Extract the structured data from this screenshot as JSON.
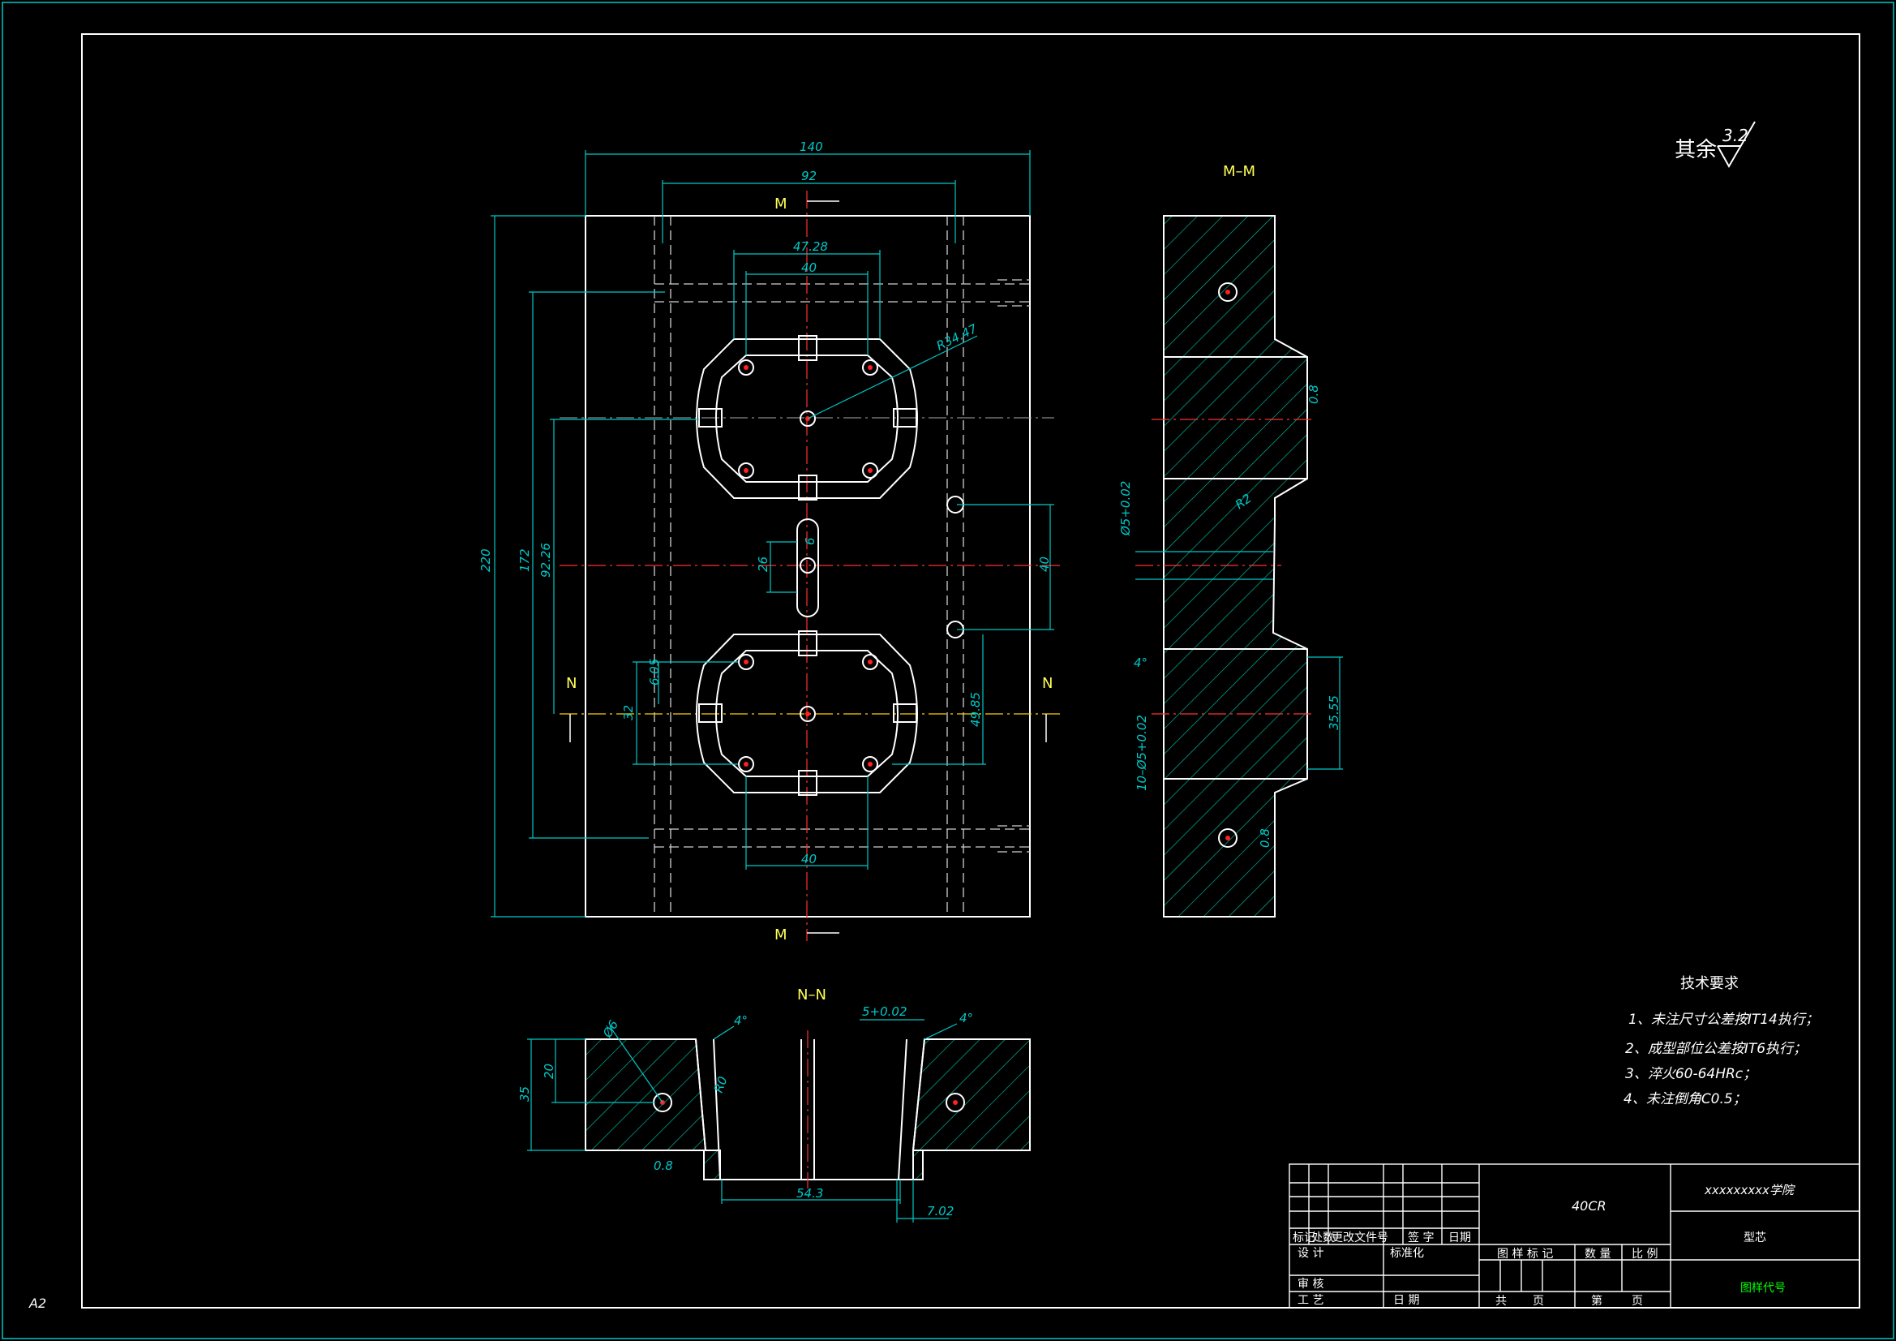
{
  "sheet": {
    "size": "A2",
    "roughness_prefix": "其余",
    "roughness_value": "3.2"
  },
  "views": {
    "section_mm": "M–M",
    "section_nn": "N–N",
    "cut_m": "M",
    "cut_n": "N"
  },
  "dimensions": {
    "top_width": "140",
    "top_inner": "92",
    "opening": "47.28",
    "opening_inner": "40",
    "radius": "R34.47",
    "height": "220",
    "d172": "172",
    "d92_26": "92.26",
    "d26": "26",
    "d6": "6",
    "d40": "40",
    "d32": "32",
    "d6_05": "6.05",
    "d49_85": "49.85",
    "bottom_40": "40",
    "nn_35": "35",
    "nn_20": "20",
    "nn_phi": "Ø6",
    "nn_r": "R0",
    "nn_54": "54.3",
    "nn_7": "7.02",
    "nn_4a": "4°",
    "nn_4b": "4°",
    "nn_5": "5+0.02",
    "nn_08": "0.8",
    "mm_phi": "Ø5+0.02",
    "mm_r": "R2",
    "mm_4": "4°",
    "mm_35": "35.55",
    "mm_10": "10–Ø5+0.02",
    "mm_08a": "0.8",
    "mm_08b": "0.8"
  },
  "tech": {
    "title": "技术要求",
    "items": [
      "1、未注尺寸公差按IT14执行；",
      "2、成型部位公差按IT6执行；",
      "3、淬火60-64HRc；",
      "4、未注倒角C0.5；"
    ]
  },
  "titleblock": {
    "material": "40CR",
    "school": "xxxxxxxxx学院",
    "part_name": "型芯",
    "drawing_no": "图样代号",
    "h_mark": "标记",
    "h_count": "处数",
    "h_doc": "更改文件号",
    "h_sign": "签 字",
    "h_date": "日期",
    "h_design": "设 计",
    "h_std": "标准化",
    "h_review": "审 核",
    "h_process": "工 艺",
    "h_date2": "日 期",
    "h_label": "图 样 标 记",
    "h_qty": "数 量",
    "h_scale": "比 例",
    "h_total": "共",
    "h_page": "页",
    "h_sheet": "第",
    "h_page2": "页"
  },
  "colors": {
    "background": "#000000",
    "dimension": "#00c8c8",
    "outline": "#ffffff",
    "centerline": "#ff3030",
    "label": "#ffff55",
    "drawing_no": "#00ff00"
  }
}
